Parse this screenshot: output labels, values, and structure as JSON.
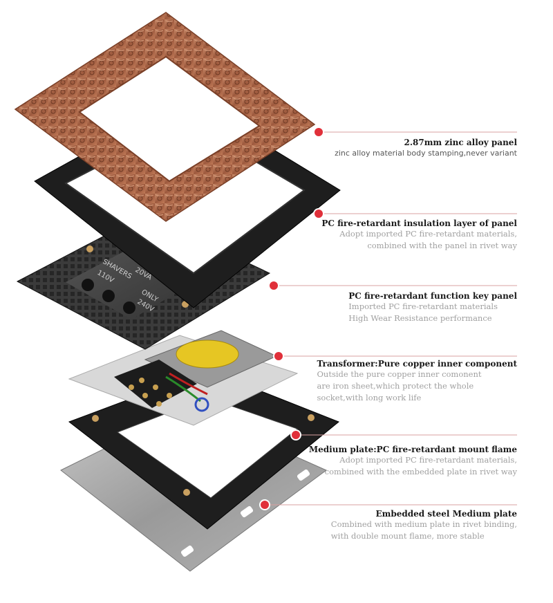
{
  "callouts": [
    {
      "title": "2.87mm zinc alloy panel",
      "lines": [
        "zinc alloy material body stamping,never variant"
      ]
    },
    {
      "title": "PC fire-retardant insulation layer of panel",
      "lines": [
        "Adopt imported PC fire-retardant materials,",
        "combined with the panel in rivet way"
      ]
    },
    {
      "title": "PC fire-retardant  function key panel",
      "lines": [
        "Imported PC fire-retardant materials",
        "High Wear Resistance performance"
      ]
    },
    {
      "title": "Transformer:Pure copper inner component",
      "lines": [
        "Outside the pure copper inner comonent",
        "are iron sheet,which protect the whole",
        "socket,with long work life"
      ]
    },
    {
      "title": "Medium plate:PC fire-retardant mount flame",
      "lines": [
        "Adopt imported PC fire-retardant materials,",
        "combined with the embedded plate in rivet way"
      ]
    },
    {
      "title": "Embedded steel Medium plate",
      "lines": [
        "Combined with medium plate in rivet binding,",
        "with  double mount flame, more stable"
      ]
    }
  ],
  "socket_labels": {
    "shavers": "SHAVERS",
    "va": "20VA",
    "v110": "110V",
    "only": "ONLY",
    "v240": "240V"
  },
  "colors": {
    "marker": "#e0303a",
    "leader": "#d9a0a0",
    "copper": "#b06a4a",
    "plastic": "#1e1e1e"
  }
}
